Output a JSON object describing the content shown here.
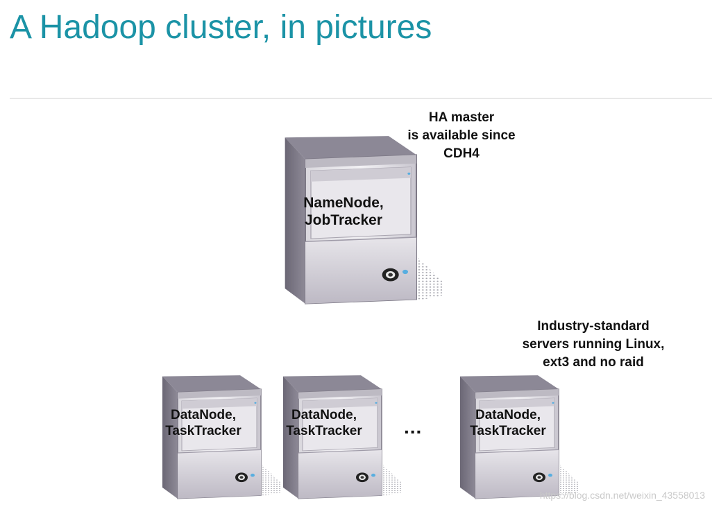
{
  "title": "A Hadoop cluster, in pictures",
  "master": {
    "line1": "NameNode,",
    "line2": "JobTracker",
    "note": [
      "HA master",
      "is available since",
      "CDH4"
    ]
  },
  "workers": [
    {
      "line1": "DataNode,",
      "line2": "TaskTracker"
    },
    {
      "line1": "DataNode,",
      "line2": "TaskTracker"
    },
    {
      "line1": "DataNode,",
      "line2": "TaskTracker"
    }
  ],
  "workers_note": [
    "Industry-standard",
    "servers running Linux,",
    "ext3 and no raid"
  ],
  "ellipsis": "...",
  "watermark": "https://blog.csdn.net/weixin_43558013"
}
